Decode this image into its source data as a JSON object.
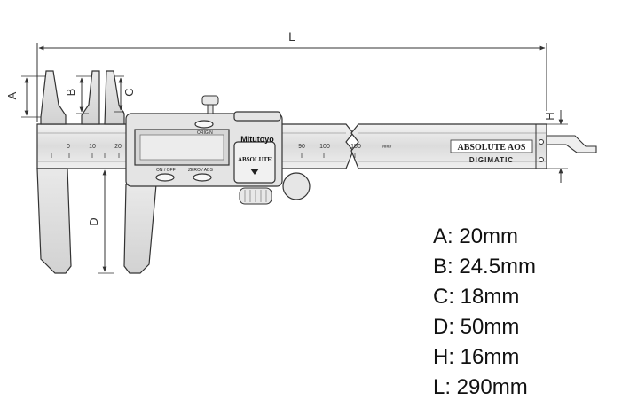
{
  "dimension_labels": {
    "A": "A",
    "B": "B",
    "C": "C",
    "D": "D",
    "H": "H",
    "L": "L"
  },
  "scale_main": [
    "0",
    "10",
    "20"
  ],
  "scale_right": [
    "90",
    "100",
    "150"
  ],
  "display": {
    "origin_label": "ORIGIN",
    "on_off_label": "ON / OFF",
    "zero_abs_label": "ZERO / ABS",
    "brand": "Mitutoyo",
    "absolute_label": "ABSOLUTE"
  },
  "beam": {
    "model_badge": "ABSOLUTE AOS",
    "digimatic": "DIGIMATIC",
    "small_mark": "####"
  },
  "specs": [
    {
      "text": "A: 20mm"
    },
    {
      "text": "B: 24.5mm"
    },
    {
      "text": "C: 18mm"
    },
    {
      "text": "D: 50mm"
    },
    {
      "text": "H: 16mm"
    },
    {
      "text": "L: 290mm"
    }
  ]
}
